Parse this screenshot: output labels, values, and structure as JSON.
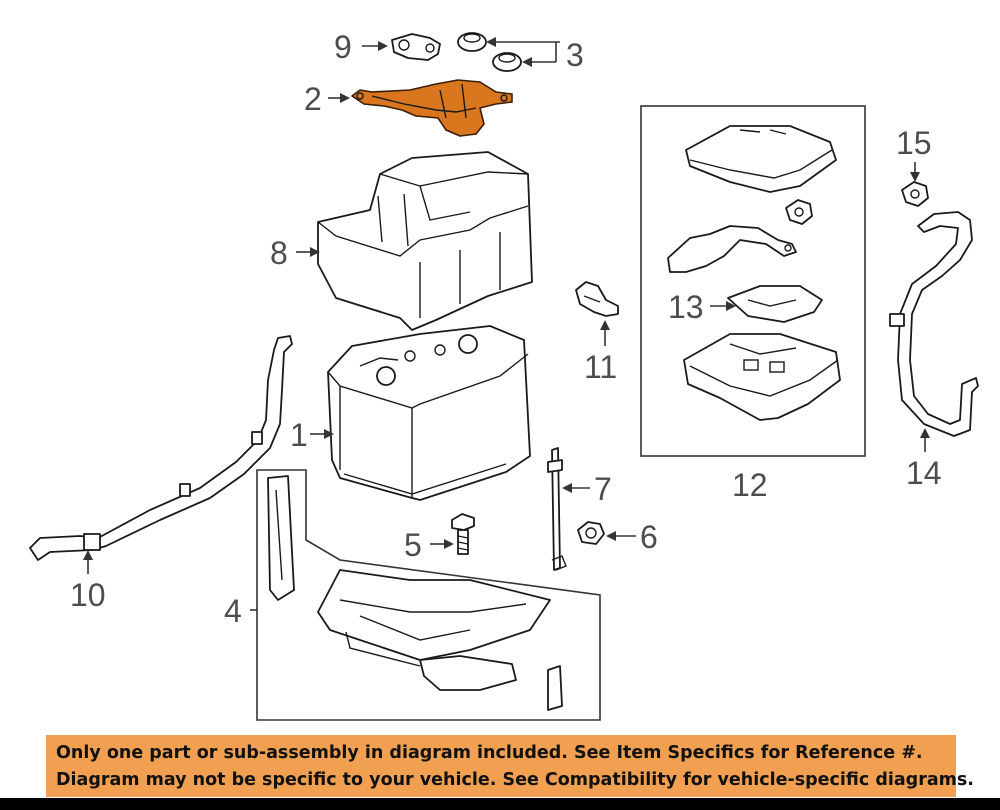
{
  "diagram": {
    "callouts": [
      {
        "id": "1",
        "label": "1"
      },
      {
        "id": "2",
        "label": "2"
      },
      {
        "id": "3",
        "label": "3"
      },
      {
        "id": "4",
        "label": "4"
      },
      {
        "id": "5",
        "label": "5"
      },
      {
        "id": "6",
        "label": "6"
      },
      {
        "id": "7",
        "label": "7"
      },
      {
        "id": "8",
        "label": "8"
      },
      {
        "id": "9",
        "label": "9"
      },
      {
        "id": "10",
        "label": "10"
      },
      {
        "id": "11",
        "label": "11"
      },
      {
        "id": "12",
        "label": "12"
      },
      {
        "id": "13",
        "label": "13"
      },
      {
        "id": "14",
        "label": "14"
      },
      {
        "id": "15",
        "label": "15"
      }
    ],
    "highlight_color": "#d9761e",
    "highlighted_part": "2"
  },
  "notice": {
    "line1": "Only one part or sub-assembly in diagram included. See Item Specifics for Reference #.",
    "line2": "Diagram may not be specific to your vehicle. See Compatibility for vehicle-specific diagrams.",
    "background": "#f0a050"
  }
}
